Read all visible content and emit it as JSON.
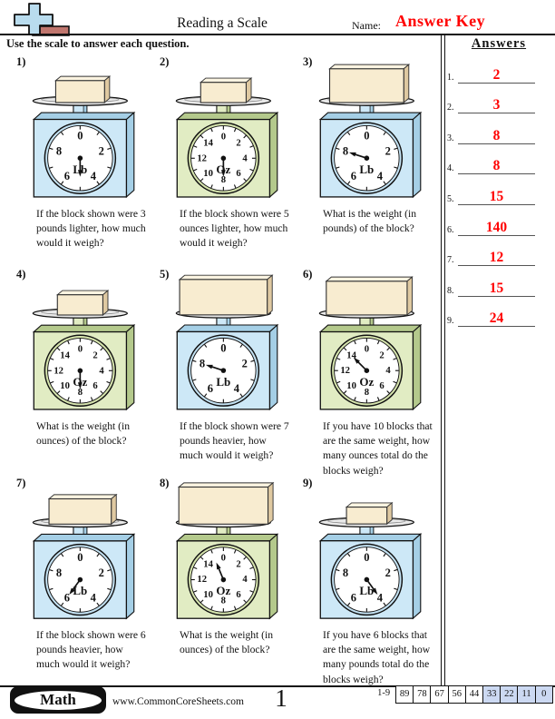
{
  "header": {
    "title": "Reading a Scale",
    "name_label": "Name:",
    "name_value": "Answer Key",
    "instruction": "Use the scale to answer each question."
  },
  "answers_panel": {
    "heading": "Answers",
    "items": [
      {
        "label": "1.",
        "value": "2"
      },
      {
        "label": "2.",
        "value": "3"
      },
      {
        "label": "3.",
        "value": "8"
      },
      {
        "label": "4.",
        "value": "8"
      },
      {
        "label": "5.",
        "value": "15"
      },
      {
        "label": "6.",
        "value": "140"
      },
      {
        "label": "7.",
        "value": "12"
      },
      {
        "label": "8.",
        "value": "15"
      },
      {
        "label": "9.",
        "value": "24"
      }
    ]
  },
  "problems": [
    {
      "number": "1)",
      "unit": "Lb",
      "divisions": 10,
      "reading": 5,
      "theme": "blue",
      "block": {
        "w": 58,
        "h": 26
      },
      "question": "If the block shown were 3 pounds lighter, how much would it weigh?"
    },
    {
      "number": "2)",
      "unit": "Oz",
      "divisions": 16,
      "reading": 8,
      "theme": "green",
      "block": {
        "w": 54,
        "h": 24
      },
      "question": "If the block shown were 5 ounces lighter, how much would it weigh?"
    },
    {
      "number": "3)",
      "unit": "Lb",
      "divisions": 10,
      "reading": 8,
      "theme": "blue",
      "block": {
        "w": 88,
        "h": 40
      },
      "question": "What is the weight (in pounds) of the block?"
    },
    {
      "number": "4)",
      "unit": "Oz",
      "divisions": 16,
      "reading": 8,
      "theme": "green",
      "block": {
        "w": 54,
        "h": 24
      },
      "question": "What is the weight (in ounces) of the block?"
    },
    {
      "number": "5)",
      "unit": "Lb",
      "divisions": 10,
      "reading": 8,
      "theme": "blue",
      "block": {
        "w": 104,
        "h": 42
      },
      "question": "If the block shown were 7 pounds heavier, how much would it weigh?"
    },
    {
      "number": "6)",
      "unit": "Oz",
      "divisions": 16,
      "reading": 14,
      "theme": "green",
      "block": {
        "w": 96,
        "h": 40
      },
      "question": "If you have 10 blocks that are the same weight, how many ounces total do the blocks weigh?"
    },
    {
      "number": "7)",
      "unit": "Lb",
      "divisions": 10,
      "reading": 6,
      "theme": "blue",
      "block": {
        "w": 74,
        "h": 30
      },
      "question": "If the block shown were 6 pounds heavier, how much would it weigh?"
    },
    {
      "number": "8)",
      "unit": "Oz",
      "divisions": 16,
      "reading": 15,
      "theme": "green",
      "block": {
        "w": 106,
        "h": 44
      },
      "question": "What is the weight (in ounces) of the block?"
    },
    {
      "number": "9)",
      "unit": "Lb",
      "divisions": 10,
      "reading": 4,
      "theme": "blue",
      "block": {
        "w": 48,
        "h": 20
      },
      "question": "If you have 6 blocks that are the same weight, how many pounds total do the blocks weigh?"
    }
  ],
  "dial_labels": {
    "Lb": [
      0,
      2,
      4,
      6,
      8
    ],
    "Oz": [
      0,
      2,
      4,
      6,
      8,
      10,
      12,
      14
    ]
  },
  "themes": {
    "blue": {
      "front": "#cde8f7",
      "side": "#a5cfe6",
      "ring": "#c3e1f2"
    },
    "green": {
      "front": "#e1ecc3",
      "side": "#b4c98c",
      "ring": "#d5e3ad"
    }
  },
  "block_colors": {
    "front": "#f8ecd0",
    "top": "#fbf4e1",
    "side": "#dfc9a1"
  },
  "logo_colors": {
    "cross": "#b9dcee",
    "brick": "#c0766e"
  },
  "footer": {
    "subject": "Math",
    "website": "www.CommonCoreSheets.com",
    "page_number": "1",
    "score_label": "1-9",
    "scores": [
      "89",
      "78",
      "67",
      "56",
      "44",
      "33",
      "22",
      "11",
      "0"
    ],
    "highlight_start": 5,
    "highlight_color": "#ccd9f2",
    "answer_color": "#ff0000"
  }
}
